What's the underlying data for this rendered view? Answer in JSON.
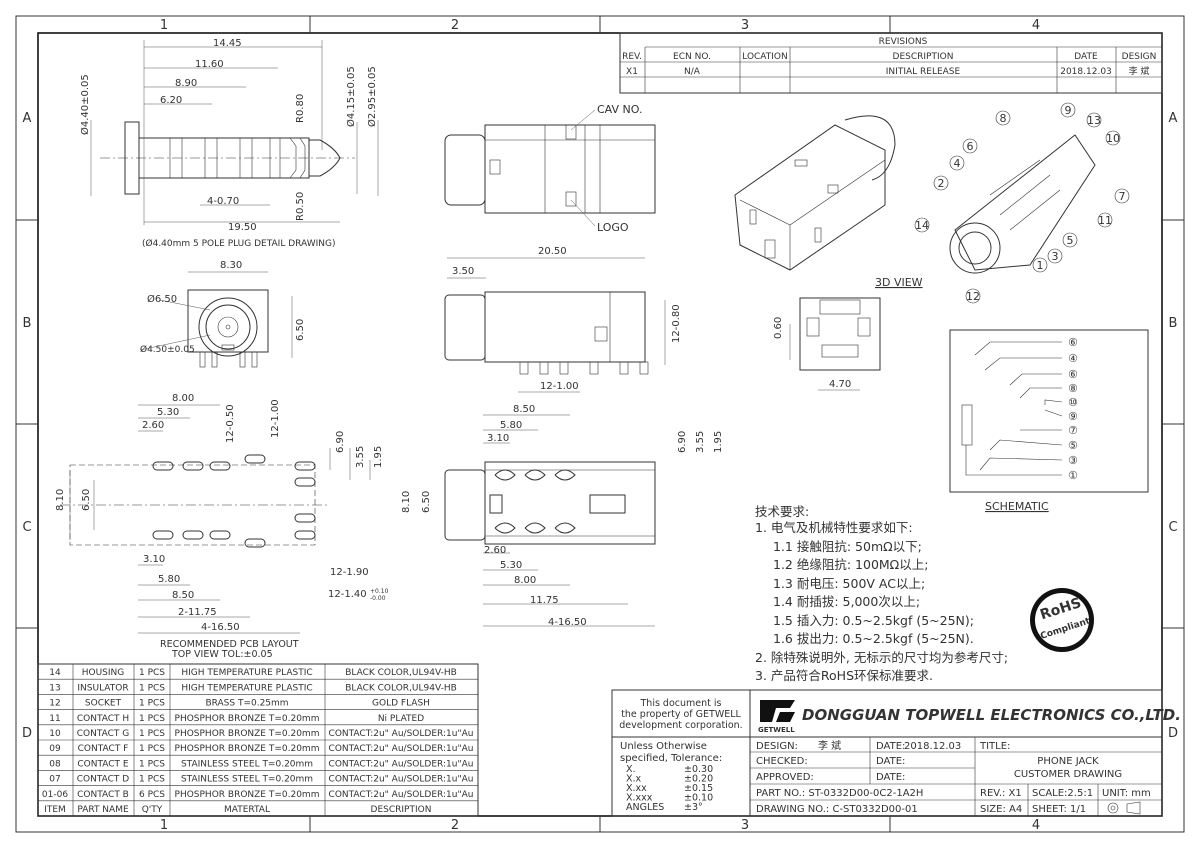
{
  "grid": {
    "cols": [
      "1",
      "2",
      "3",
      "4"
    ],
    "rows": [
      "A",
      "B",
      "C",
      "D"
    ]
  },
  "revisions": {
    "title": "REVISIONS",
    "headers": [
      "REV.",
      "ECN NO.",
      "LOCATION",
      "DESCRIPTION",
      "DATE",
      "DESIGN"
    ],
    "row": [
      "X1",
      "N/A",
      "",
      "INITIAL RELEASE",
      "2018.12.03",
      "李 斌"
    ]
  },
  "plug": {
    "dims": [
      "14.45",
      "11.60",
      "8.90",
      "6.20",
      "Ø4.40±0.05",
      "Ø4.15±0.05",
      "Ø2.95±0.05",
      "R0.80",
      "R0.50",
      "4-0.70",
      "19.50"
    ],
    "caption": "(Ø4.40mm 5 POLE PLUG DETAIL DRAWING)"
  },
  "views": {
    "cav_no": "CAV NO.",
    "logo": "LOGO",
    "front_dims": [
      "8.30",
      "Ø6.50",
      "6.50",
      "Ø4.50±0.05"
    ],
    "side_dims": [
      "20.50",
      "3.50",
      "12-0.80",
      "12-1.00"
    ],
    "end_dims": [
      "0.60",
      "4.70"
    ],
    "view3d": "3D VIEW",
    "schematic": "SCHEMATIC",
    "callouts_3d": [
      "8",
      "9",
      "13",
      "6",
      "10",
      "4",
      "2",
      "7",
      "11",
      "14",
      "5",
      "3",
      "1",
      "12"
    ],
    "schematic_pins": [
      "⑥",
      "④",
      "⑥",
      "⑧",
      "⑩",
      "⑨",
      "⑦",
      "⑤",
      "③",
      "①"
    ]
  },
  "pcb": {
    "dims": [
      "8.00",
      "5.30",
      "2.60",
      "12-0.50",
      "12-1.00",
      "6.90",
      "3.55",
      "1.95",
      "8.10",
      "6.50",
      "3.10",
      "5.80",
      "8.50",
      "2-11.75",
      "4-16.50",
      "12-1.90",
      "12-1.40"
    ],
    "tol_plus": "+0.10",
    "tol_minus": "-0.00",
    "caption1": "RECOMMENDED PCB LAYOUT",
    "caption2": "TOP VIEW TOL:±0.05"
  },
  "bottom": {
    "dims": [
      "8.50",
      "5.80",
      "3.10",
      "6.90",
      "3.55",
      "1.95",
      "8.10",
      "6.50",
      "2.60",
      "5.30",
      "8.00",
      "11.75",
      "4-16.50"
    ]
  },
  "notes": {
    "title": "技术要求:",
    "items": [
      "1.  电气及机械特性要求如下:",
      "1.1  接触阻抗: 50mΩ以下;",
      "1.2  绝缘阻抗: 100MΩ以上;",
      "1.3  耐电压: 500V AC以上;",
      "1.4  耐插拔: 5,000次以上;",
      "1.5  插入力: 0.5~2.5kgf (5~25N);",
      "1.6  拔出力: 0.5~2.5kgf (5~25N).",
      "2.  除特殊说明外, 无标示的尺寸均为参考尺寸;",
      "3.  产品符合RoHS环保标准要求."
    ],
    "rohs": [
      "RoHS",
      "Compliant"
    ]
  },
  "bom": {
    "headers": [
      "ITEM",
      "PART NAME",
      "Q'TY",
      "MATERTAL",
      "DESCRIPTION"
    ],
    "rows": [
      [
        "14",
        "HOUSING",
        "1 PCS",
        "HIGH TEMPERATURE PLASTIC",
        "BLACK COLOR,UL94V-HB"
      ],
      [
        "13",
        "INSULATOR",
        "1 PCS",
        "HIGH TEMPERATURE PLASTIC",
        "BLACK COLOR,UL94V-HB"
      ],
      [
        "12",
        "SOCKET",
        "1 PCS",
        "BRASS T=0.25mm",
        "GOLD FLASH"
      ],
      [
        "11",
        "CONTACT H",
        "1 PCS",
        "PHOSPHOR BRONZE T=0.20mm",
        "Ni PLATED"
      ],
      [
        "10",
        "CONTACT G",
        "1 PCS",
        "PHOSPHOR BRONZE T=0.20mm",
        "CONTACT:2u\" Au/SOLDER:1u\"Au"
      ],
      [
        "09",
        "CONTACT F",
        "1 PCS",
        "PHOSPHOR BRONZE T=0.20mm",
        "CONTACT:2u\" Au/SOLDER:1u\"Au"
      ],
      [
        "08",
        "CONTACT E",
        "1 PCS",
        "STAINLESS STEEL T=0.20mm",
        "CONTACT:2u\" Au/SOLDER:1u\"Au"
      ],
      [
        "07",
        "CONTACT D",
        "1 PCS",
        "STAINLESS STEEL T=0.20mm",
        "CONTACT:2u\" Au/SOLDER:1u\"Au"
      ],
      [
        "01-06",
        "CONTACT B",
        "6 PCS",
        "PHOSPHOR BRONZE T=0.20mm",
        "CONTACT:2u\" Au/SOLDER:1u\"Au"
      ]
    ]
  },
  "title_block": {
    "property": [
      "This document is",
      "the property of GETWELL",
      "development corporation."
    ],
    "logo_text": "GETWELL",
    "company": "DONGGUAN TOPWELL ELECTRONICS CO.,LTD.",
    "tolerance_title": [
      "Unless Otherwise",
      "specified, Tolerance:"
    ],
    "tolerances": [
      [
        "X.",
        "±0.30"
      ],
      [
        "X.x",
        "±0.20"
      ],
      [
        "X.xx",
        "±0.15"
      ],
      [
        "X.xxx",
        "±0.10"
      ],
      [
        "ANGLES",
        "±3°"
      ]
    ],
    "design_label": "DESIGN:",
    "design_name": "李 斌",
    "date_label": "DATE:",
    "date_value": "2018.12.03",
    "checked": "CHECKED:",
    "approved": "APPROVED:",
    "title_label": "TITLE:",
    "title_lines": [
      "PHONE JACK",
      "CUSTOMER DRAWING"
    ],
    "part_no": "PART NO.: ST-0332D00-0C2-1A2H",
    "drawing_no": "DRAWING NO.: C-ST0332D00-01",
    "rev": "REV.: X1",
    "scale": "SCALE:2.5:1",
    "unit": "UNIT: mm",
    "size": "SIZE: A4",
    "sheet": "SHEET: 1/1"
  }
}
